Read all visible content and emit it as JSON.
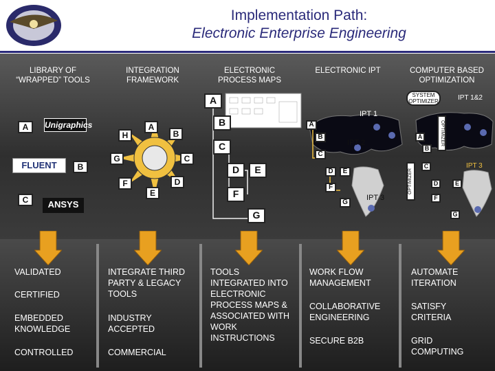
{
  "title": {
    "line1": "Implementation Path:",
    "line2": "Electronic Enterprise Engineering"
  },
  "columns": [
    {
      "heading": "LIBRARY OF “WRAPPED” TOOLS"
    },
    {
      "heading": "INTEGRATION FRAMEWORK"
    },
    {
      "heading": "ELECTRONIC PROCESS MAPS"
    },
    {
      "heading": "ELECTRONIC IPT"
    },
    {
      "heading": "COMPUTER BASED OPTIMIZATION"
    }
  ],
  "library": {
    "labels": [
      "A",
      "B",
      "C"
    ],
    "tools": [
      "Unigraphics",
      "FLUENT",
      "ANSYS"
    ]
  },
  "framework": {
    "labels": [
      "A",
      "B",
      "C",
      "D",
      "E",
      "F",
      "G",
      "H"
    ]
  },
  "process_map": {
    "labels": [
      "A",
      "B",
      "C",
      "D",
      "E",
      "F",
      "G"
    ]
  },
  "ipt": {
    "labels": [
      "IPT 1",
      "IPT 2",
      "IPT 3"
    ],
    "boxes": [
      "A",
      "B",
      "C",
      "D",
      "E",
      "F",
      "G"
    ]
  },
  "optimization": {
    "system_optimizer": "SYSTEM OPTIMIZER",
    "ipt_label": "IPT 1&2",
    "optimizer": "OPTIMIZER",
    "ipt3": "IPT 3",
    "boxes": [
      "A",
      "B",
      "C",
      "D",
      "E",
      "F",
      "G"
    ]
  },
  "bottom": {
    "col1": [
      "VALIDATED",
      "CERTIFIED",
      "EMBEDDED KNOWLEDGE",
      "CONTROLLED"
    ],
    "col2": [
      "INTEGRATE THIRD PARTY & LEGACY TOOLS",
      "INDUSTRY ACCEPTED",
      "COMMERCIAL"
    ],
    "col3": [
      "TOOLS INTEGRATED INTO ELECTRONIC PROCESS MAPS & ASSOCIATED WITH WORK INSTRUCTIONS"
    ],
    "col4": [
      "WORK FLOW MANAGEMENT",
      "COLLABORATIVE ENGINEERING",
      "SECURE B2B"
    ],
    "col5": [
      "AUTOMATE ITERATION",
      "SATISFY CRITERIA",
      "GRID COMPUTING"
    ]
  },
  "colors": {
    "title": "#2a2a7a",
    "arrow": "#e8a020",
    "accent": "#f0c040"
  }
}
